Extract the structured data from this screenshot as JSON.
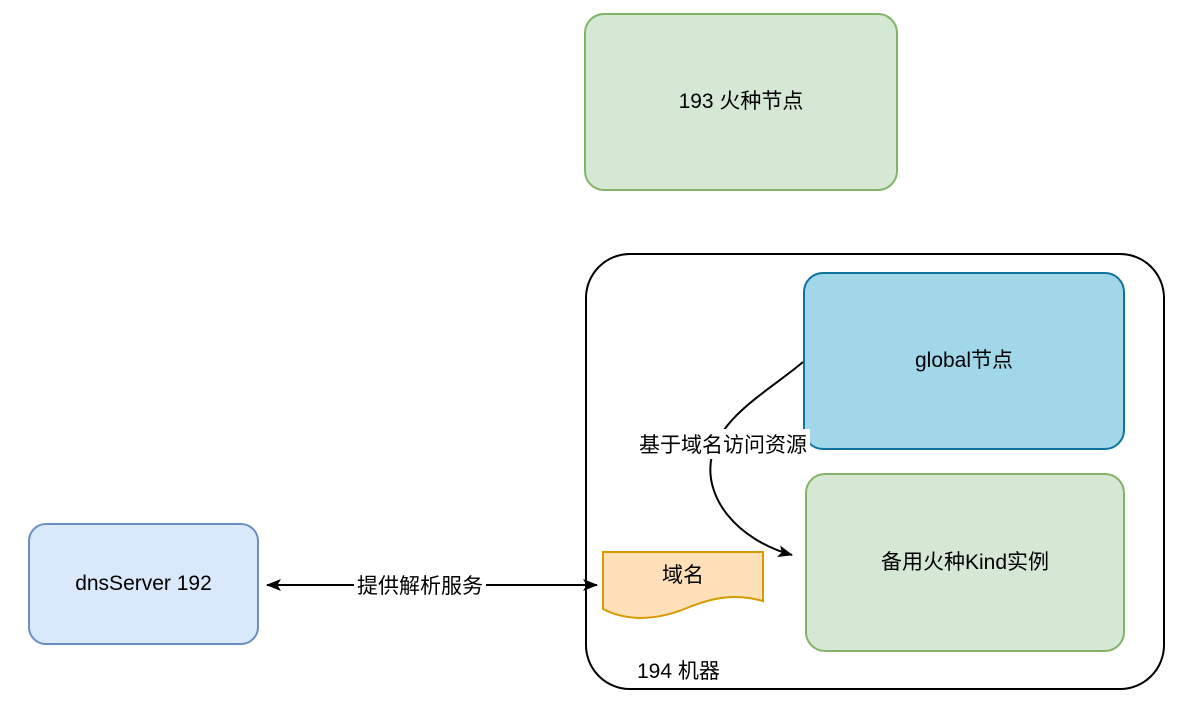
{
  "diagram": {
    "background_color": "#ffffff",
    "arrow_color": "#000000",
    "nodes": {
      "seed_node": {
        "label": "193 火种节点",
        "fill": "#d5e8d4",
        "stroke": "#82b366"
      },
      "machine": {
        "label": "194 机器",
        "fill": "#ffffff",
        "stroke": "#000000"
      },
      "global_node": {
        "label": "global节点",
        "fill": "#a0d8ea",
        "stroke": "#10739e"
      },
      "backup_kind": {
        "label": "备用火种Kind实例",
        "fill": "#d5e8d4",
        "stroke": "#82b366"
      },
      "dns_server": {
        "label": "dnsServer 192",
        "fill": "#dae8fc",
        "stroke": "#6c8ebf"
      },
      "domain_doc": {
        "label": "域名",
        "fill": "#ffe0b8",
        "stroke": "#d79b00"
      }
    },
    "edges": {
      "access_by_domain": {
        "label": "基于域名访问资源",
        "from": "global节点",
        "to": "备用火种Kind实例",
        "bidirectional": false
      },
      "dns_resolution": {
        "label": "提供解析服务",
        "from": "dnsServer 192",
        "to": "域名",
        "bidirectional": true
      }
    }
  }
}
